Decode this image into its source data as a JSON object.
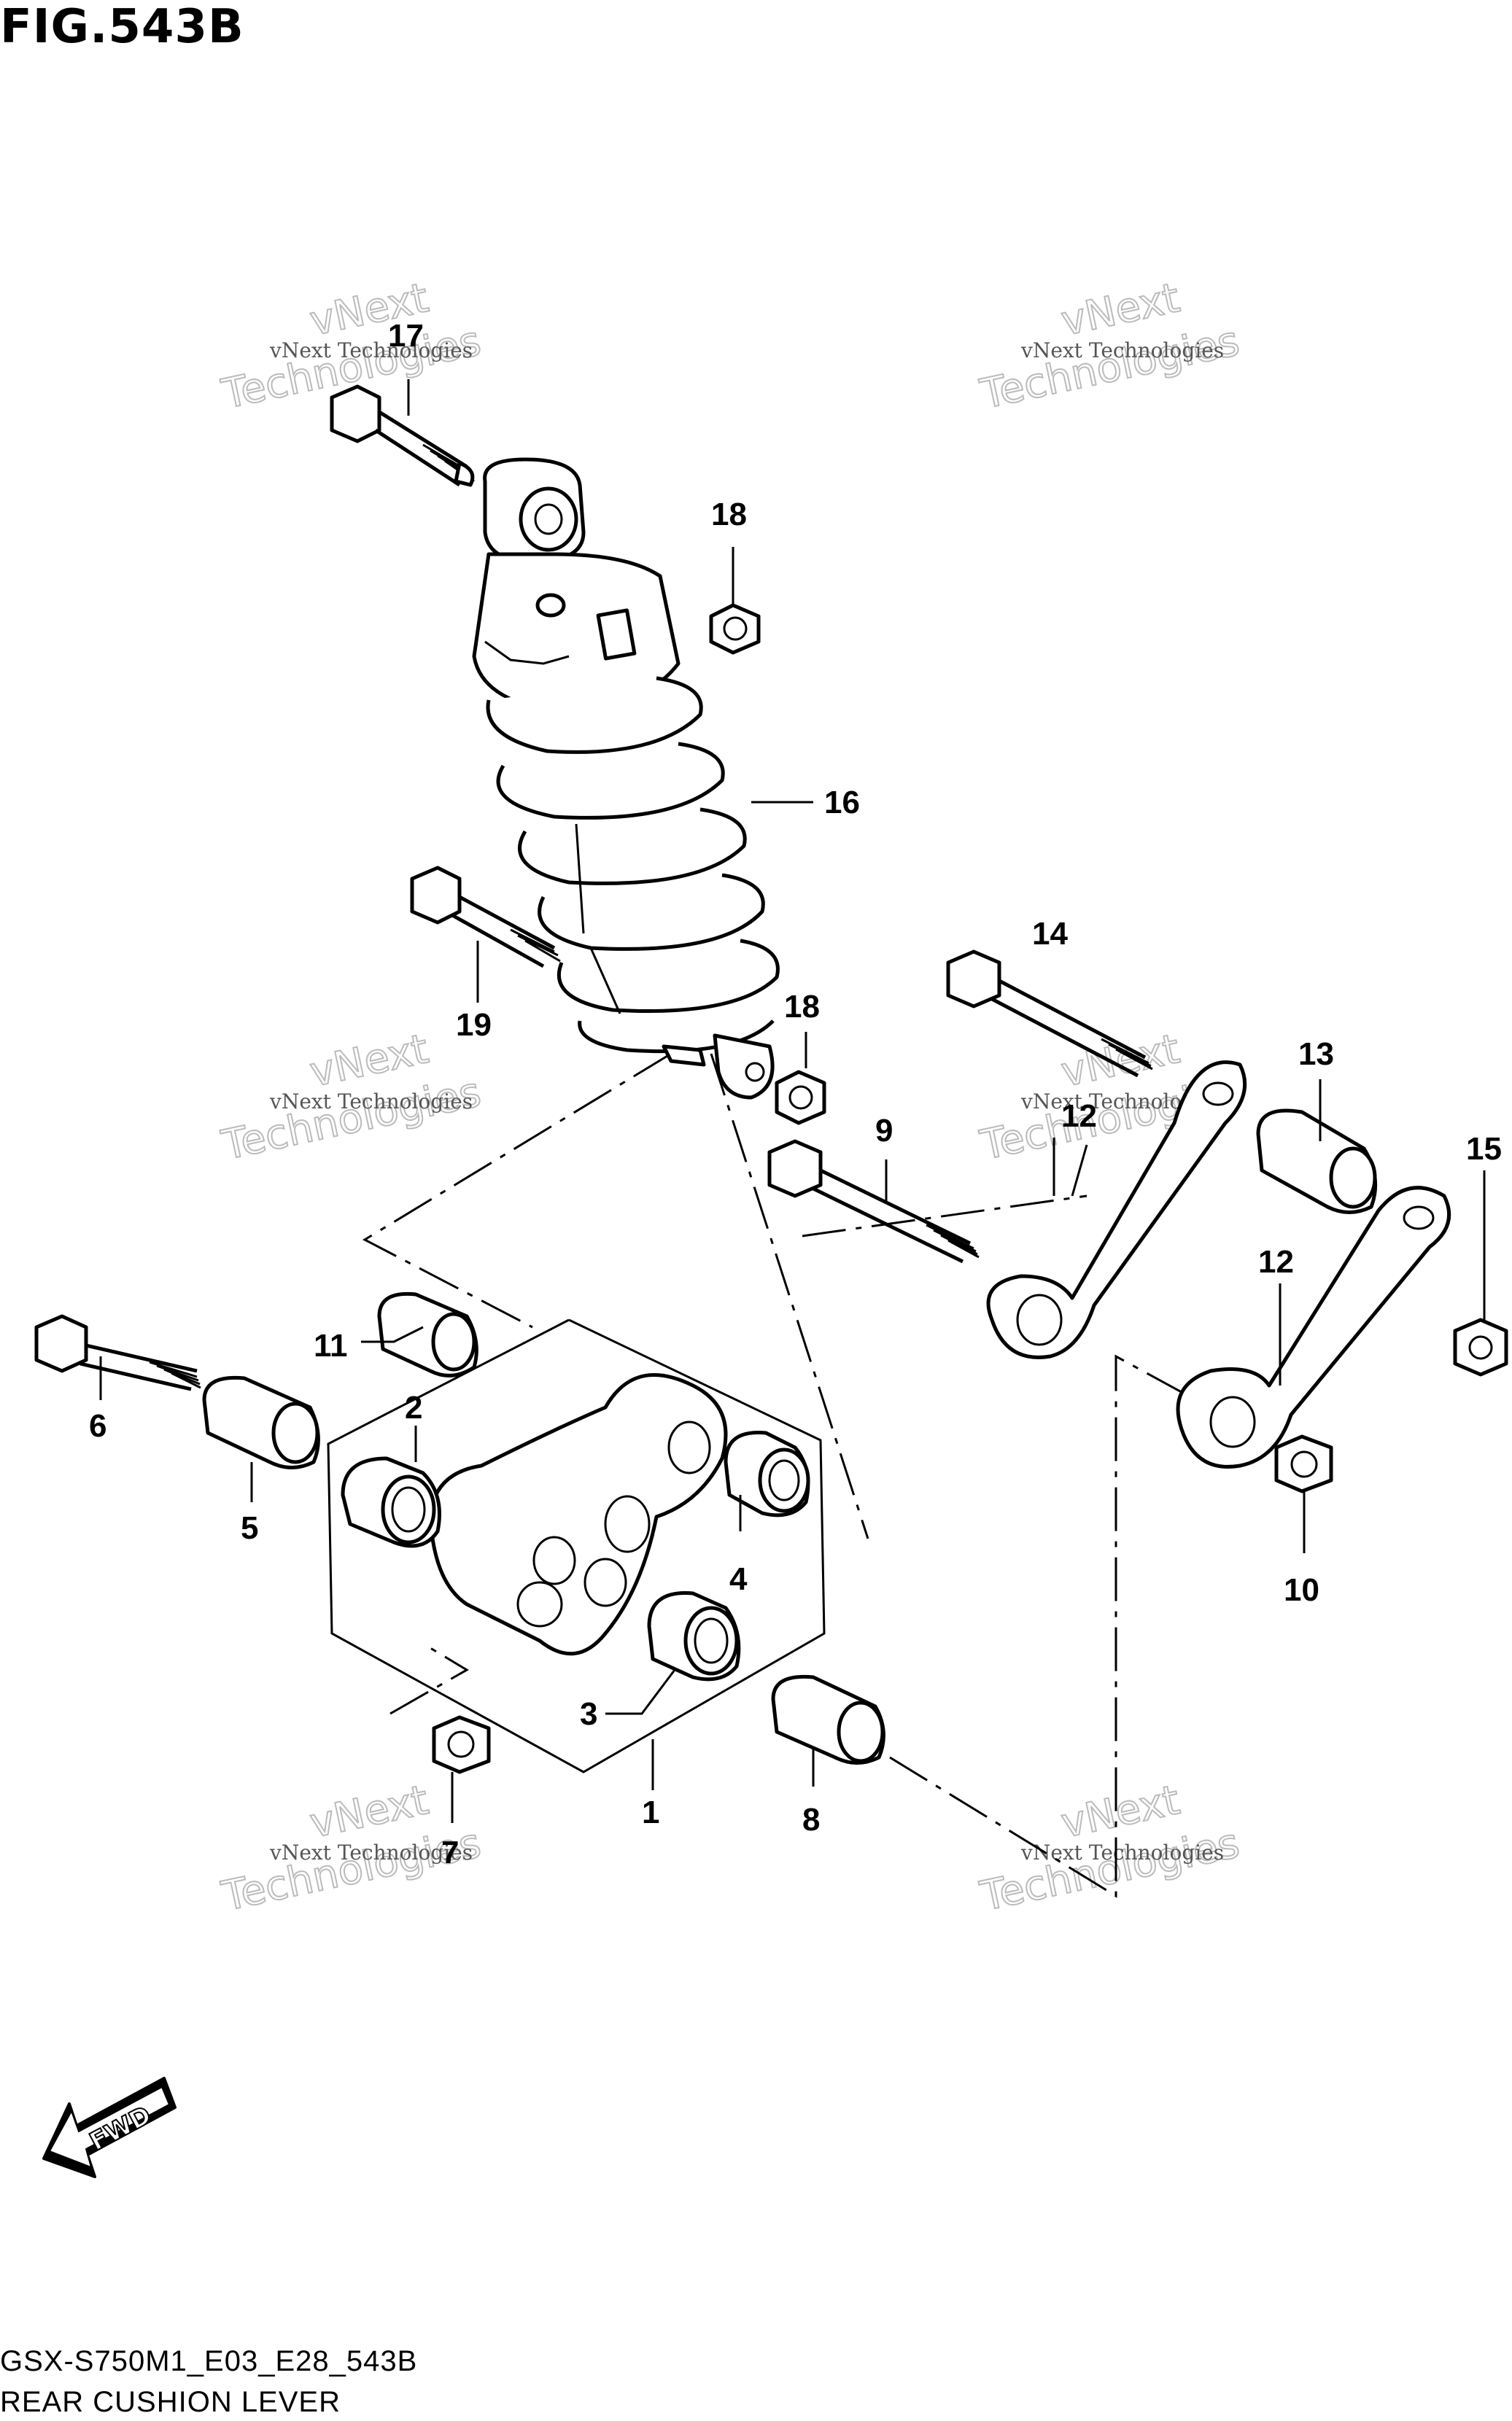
{
  "figure": {
    "title": "FIG.543B",
    "model_code": "GSX-S750M1_E03_E28_543B",
    "section_name": "REAR CUSHION LEVER"
  },
  "watermark": {
    "small_text": "vNext Technologies",
    "big_line1": "vNext",
    "big_line2": "Technologies"
  },
  "direction_badge": "FWD",
  "callouts": {
    "c1": "1",
    "c2": "2",
    "c3": "3",
    "c4": "4",
    "c5": "5",
    "c6": "6",
    "c7": "7",
    "c8": "8",
    "c9": "9",
    "c10": "10",
    "c11": "11",
    "c12a": "12",
    "c12b": "12",
    "c13": "13",
    "c14": "14",
    "c15": "15",
    "c16": "16",
    "c17": "17",
    "c18a": "18",
    "c18b": "18",
    "c19": "19"
  }
}
